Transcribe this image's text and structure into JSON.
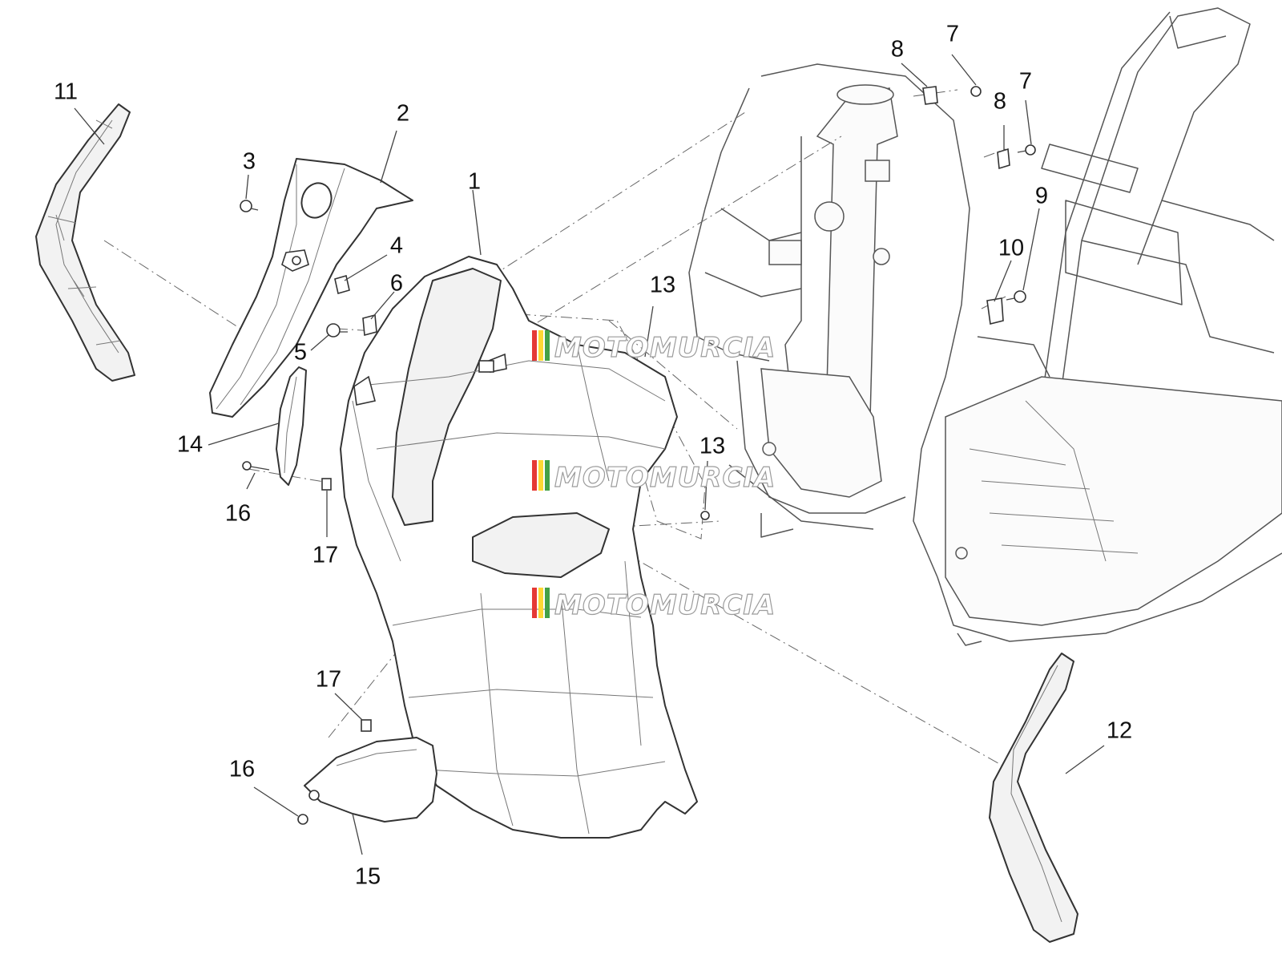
{
  "watermark": {
    "text": "MOTOMURCIA",
    "stripe_colors": [
      "#e53935",
      "#fdd835",
      "#43a047"
    ]
  },
  "callouts": [
    {
      "id": "c1",
      "label": "1"
    },
    {
      "id": "c2",
      "label": "2"
    },
    {
      "id": "c3",
      "label": "3"
    },
    {
      "id": "c4",
      "label": "4"
    },
    {
      "id": "c5",
      "label": "5"
    },
    {
      "id": "c6",
      "label": "6"
    },
    {
      "id": "c7a",
      "label": "7"
    },
    {
      "id": "c7b",
      "label": "7"
    },
    {
      "id": "c8a",
      "label": "8"
    },
    {
      "id": "c8b",
      "label": "8"
    },
    {
      "id": "c9",
      "label": "9"
    },
    {
      "id": "c10",
      "label": "10"
    },
    {
      "id": "c11",
      "label": "11"
    },
    {
      "id": "c12",
      "label": "12"
    },
    {
      "id": "c13a",
      "label": "13"
    },
    {
      "id": "c13b",
      "label": "13"
    },
    {
      "id": "c14",
      "label": "14"
    },
    {
      "id": "c15",
      "label": "15"
    },
    {
      "id": "c16a",
      "label": "16"
    },
    {
      "id": "c16b",
      "label": "16"
    },
    {
      "id": "c17a",
      "label": "17"
    },
    {
      "id": "c17b",
      "label": "17"
    }
  ]
}
